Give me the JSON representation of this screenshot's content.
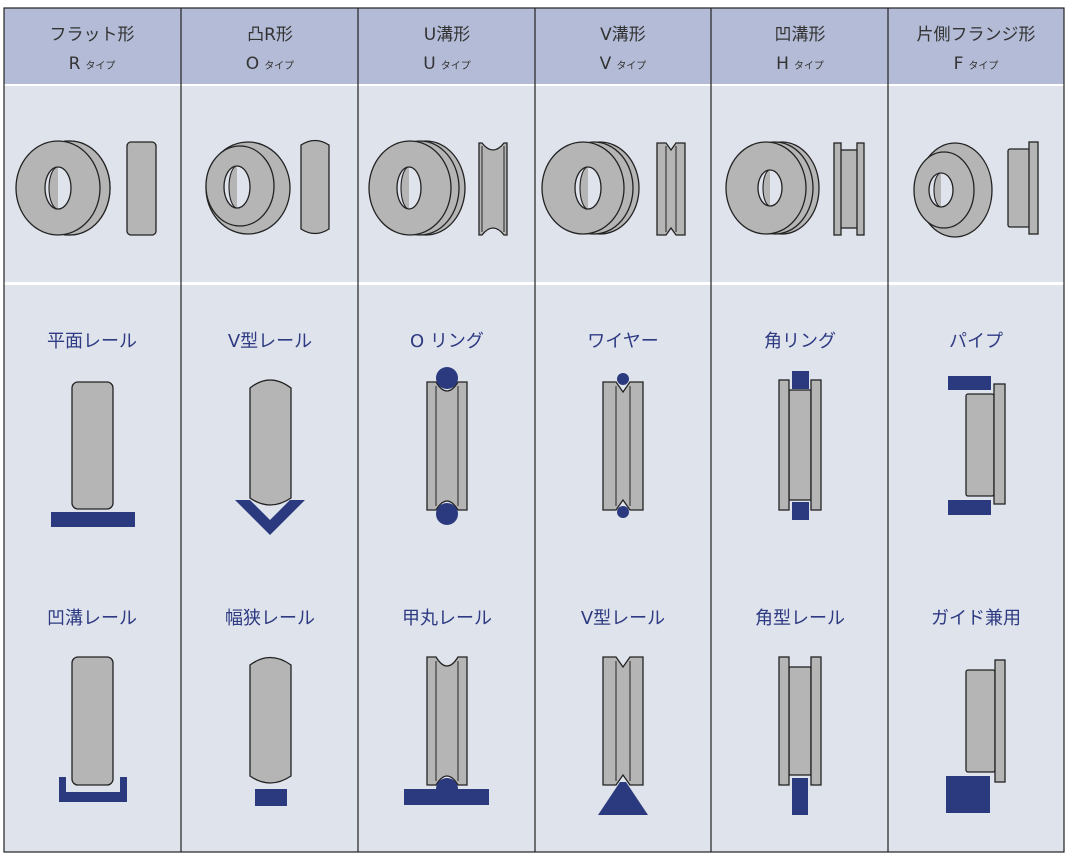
{
  "columns": [
    {
      "title": "フラット形",
      "type_letter": "R",
      "type_suffix": "タイプ",
      "upper_label": "平面レール",
      "lower_label": "凹溝レール"
    },
    {
      "title": "凸R形",
      "type_letter": "O",
      "type_suffix": "タイプ",
      "upper_label": "V型レール",
      "lower_label": "幅狭レール"
    },
    {
      "title": "U溝形",
      "type_letter": "U",
      "type_suffix": "タイプ",
      "upper_label": "O リング",
      "lower_label": "甲丸レール"
    },
    {
      "title": "V溝形",
      "type_letter": "V",
      "type_suffix": "タイプ",
      "upper_label": "ワイヤー",
      "lower_label": "V型レール"
    },
    {
      "title": "凹溝形",
      "type_letter": "H",
      "type_suffix": "タイプ",
      "upper_label": "角リング",
      "lower_label": "角型レール"
    },
    {
      "title": "片側フランジ形",
      "type_letter": "F",
      "type_suffix": "タイプ",
      "upper_label": "パイプ",
      "lower_label": "ガイド兼用"
    }
  ],
  "colors": {
    "header": "#b3bbd6",
    "body": "#dfe3ec",
    "wheel": "#b5b5b5",
    "rail": "#2b3a7e"
  }
}
